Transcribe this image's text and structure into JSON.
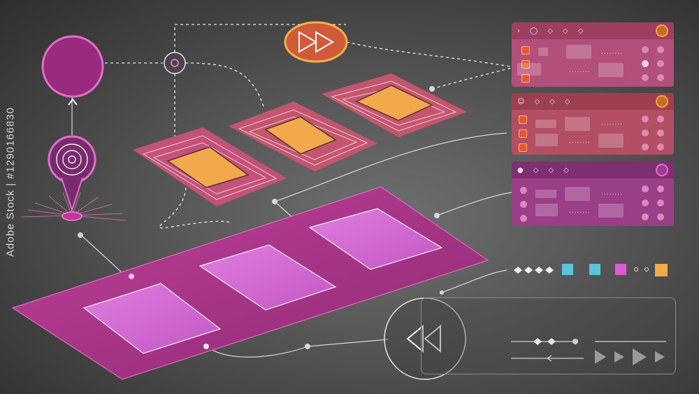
{
  "watermark": {
    "text": "Adobe Stock | #1290166830"
  },
  "colors": {
    "magenta": "#b4388f",
    "orange_tile": "#f3a24b",
    "rose_tile": "#c8566e",
    "cyan": "#5bc3dd",
    "pink": "#e05ad9",
    "amber": "#f2ab4b"
  },
  "icons": {
    "forward": "fast-forward-icon",
    "rewind": "rewind-icon",
    "target": "target-icon",
    "node": "node-icon"
  },
  "panels": [
    {
      "name": "panel-top",
      "rows": 2
    },
    {
      "name": "panel-middle",
      "rows": 2
    },
    {
      "name": "panel-bottom",
      "rows": 2
    }
  ],
  "controls": {
    "dots_text": "........"
  }
}
